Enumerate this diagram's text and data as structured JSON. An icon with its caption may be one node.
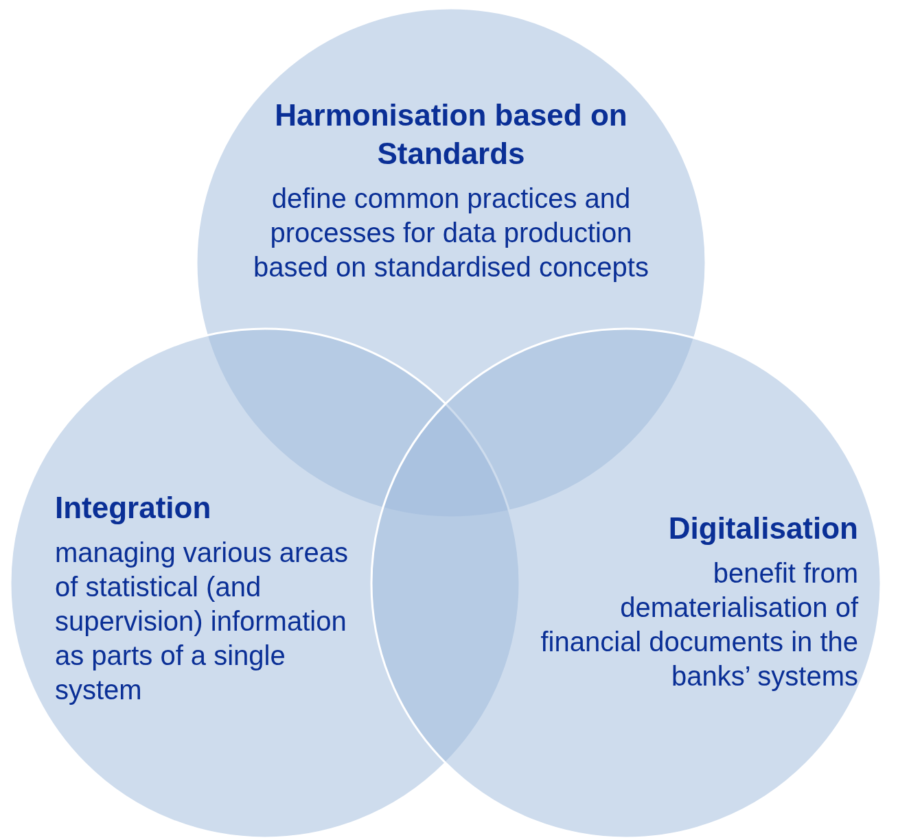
{
  "diagram": {
    "nodes": [
      {
        "text": [
          "Harmonisation based on Standards",
          "define common practices and processes for data production based on standardised concepts"
        ]
      },
      {
        "text": [
          "Integration",
          "managing various areas of statistical (and supervision) information as parts of a single system"
        ]
      },
      {
        "text": [
          "Digitalisation",
          "benefit from dematerialisation of financial documents in the banks’ systems"
        ]
      }
    ]
  }
}
